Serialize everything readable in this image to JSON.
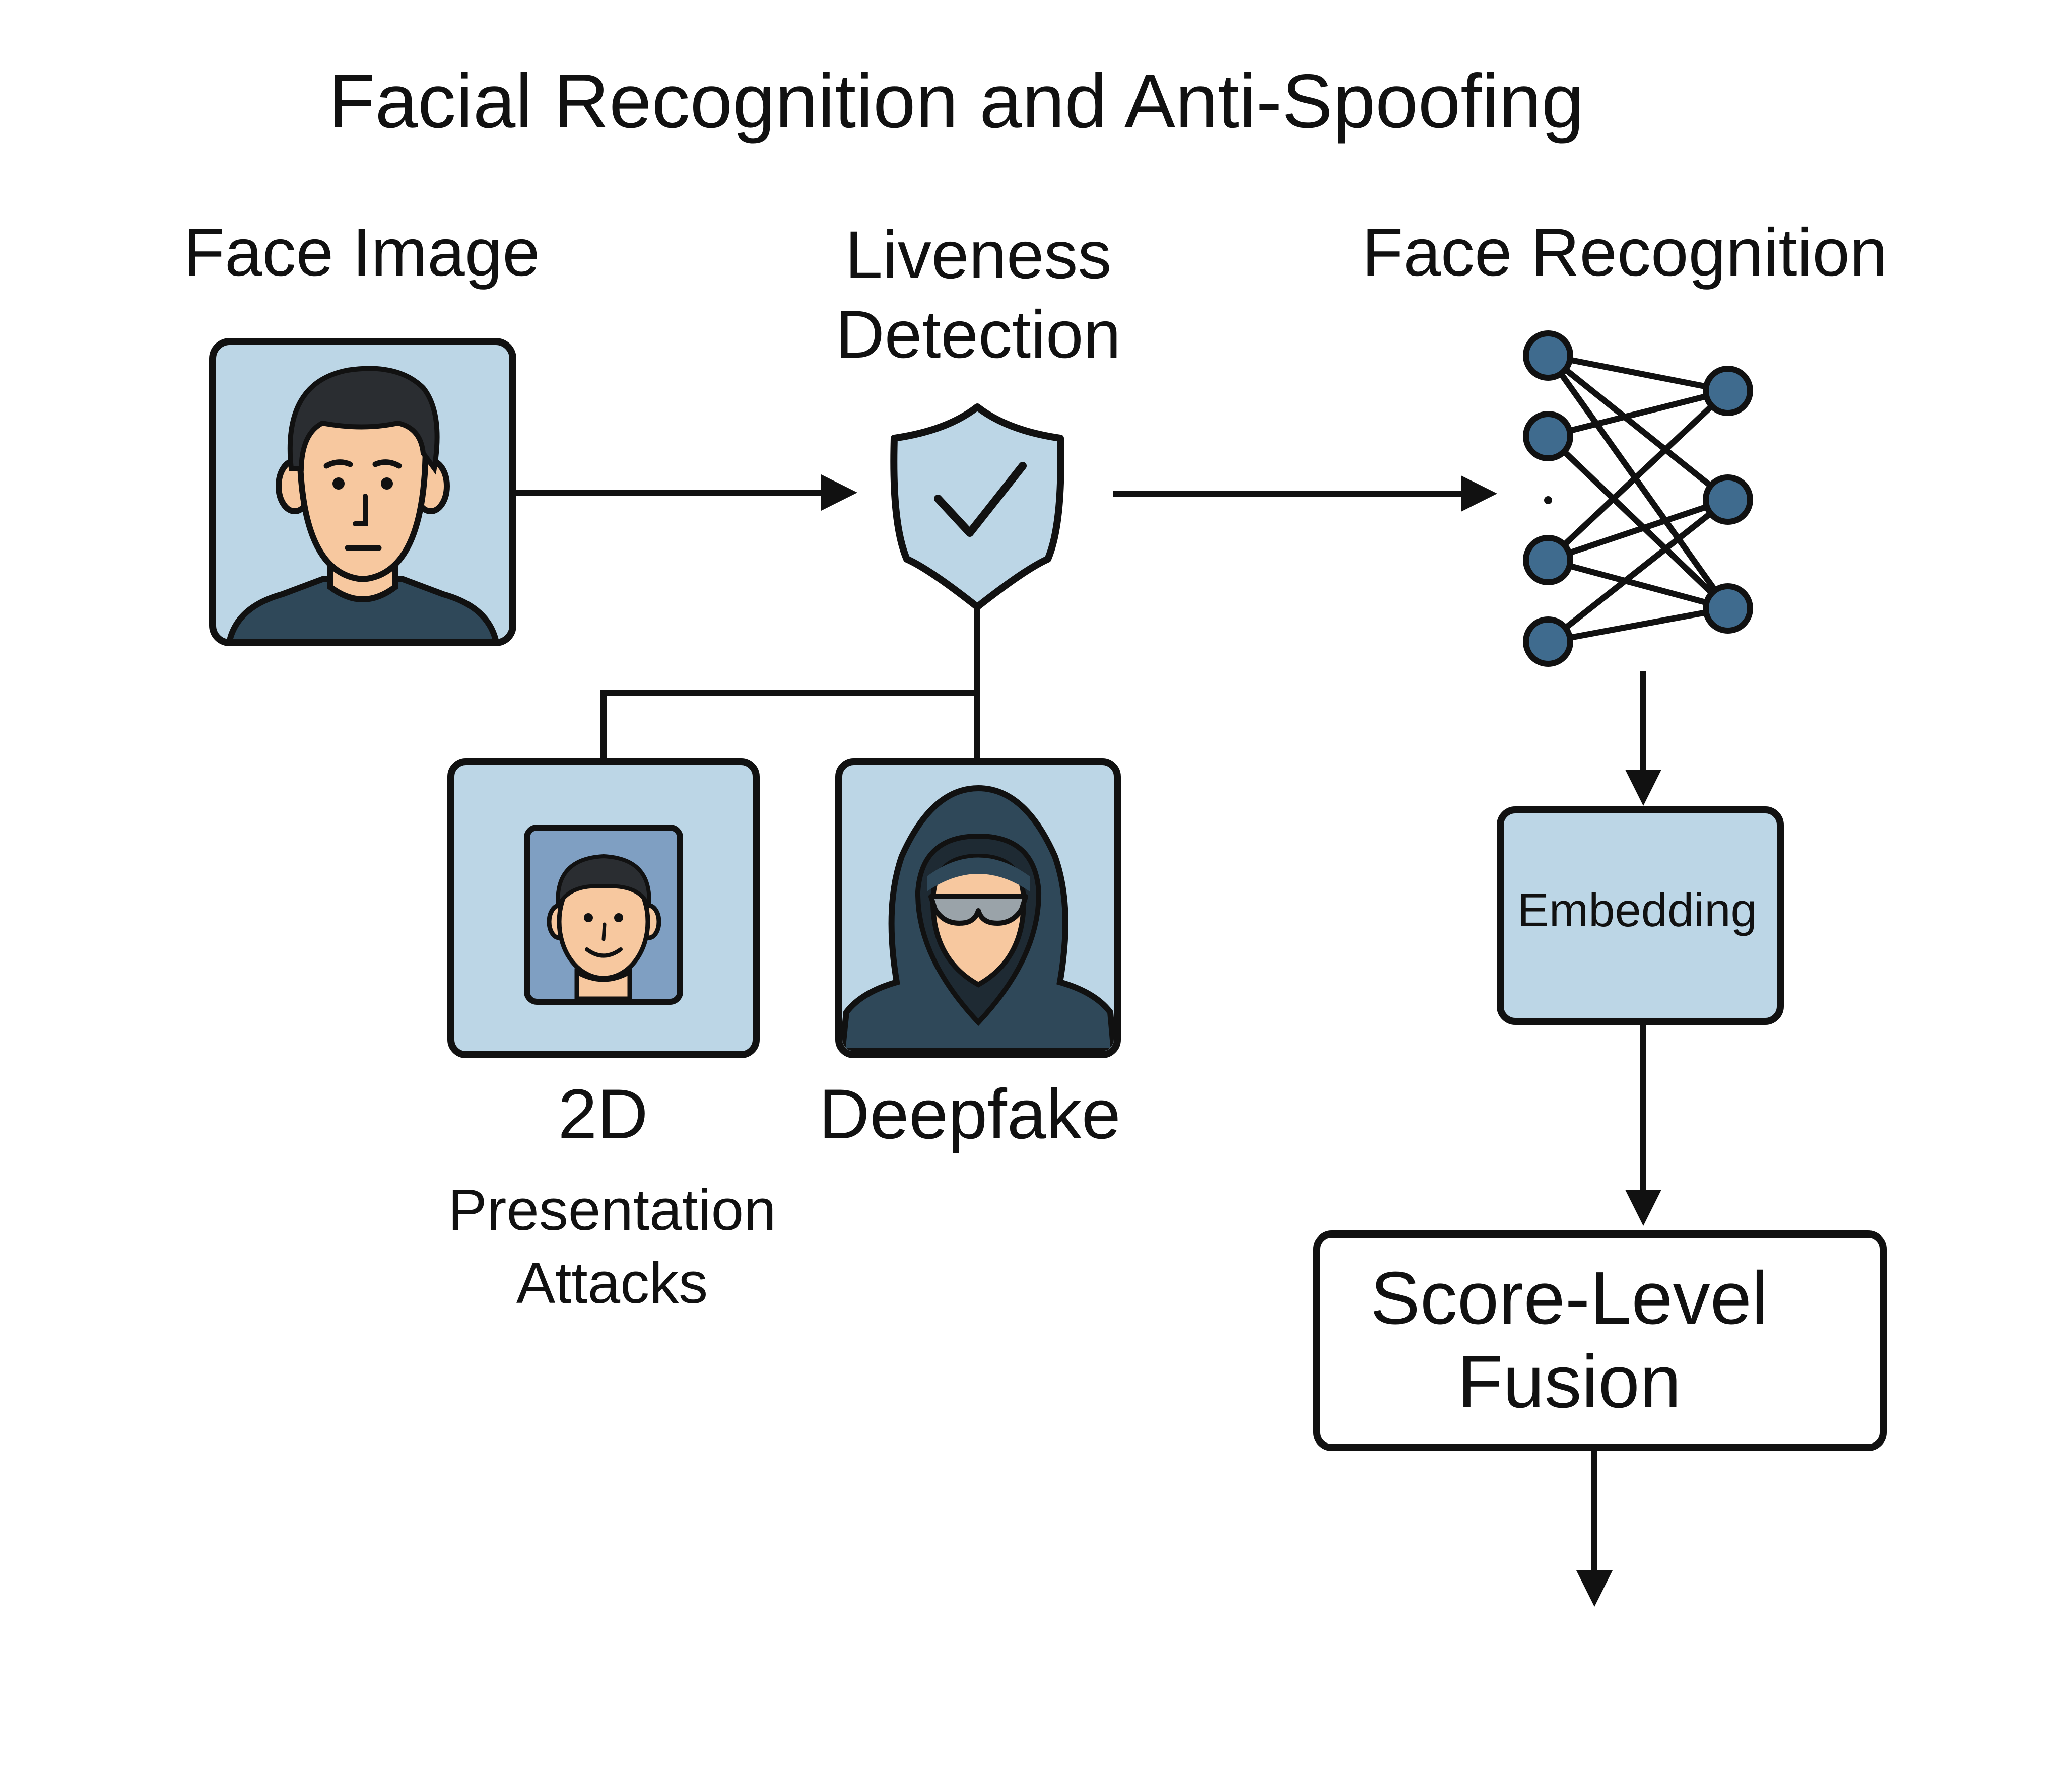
{
  "title": "Facial Recognition and Anti-Spoofing",
  "stages": {
    "face_image": "Face Image",
    "liveness": "Liveness\nDetection",
    "face_recognition": "Face Recognition"
  },
  "attacks": {
    "two_d": "2D",
    "presentation": "Presentation\nAttacks",
    "deepfake": "Deepfake"
  },
  "embedding": "Embedding",
  "fusion": "Score-Level\nFusion",
  "colors": {
    "panel_fill": "#bcd6e6",
    "inner_photo": "#7f9fc2",
    "node_fill": "#3f6b8e",
    "skin": "#f7c89f",
    "hair": "#2a2d31",
    "shirt": "#2f4859",
    "hood": "#2f4859",
    "stroke": "#111111"
  },
  "icons": [
    "person-icon",
    "shield-check-icon",
    "neural-network-icon",
    "photo-person-icon",
    "hooded-hacker-icon"
  ]
}
